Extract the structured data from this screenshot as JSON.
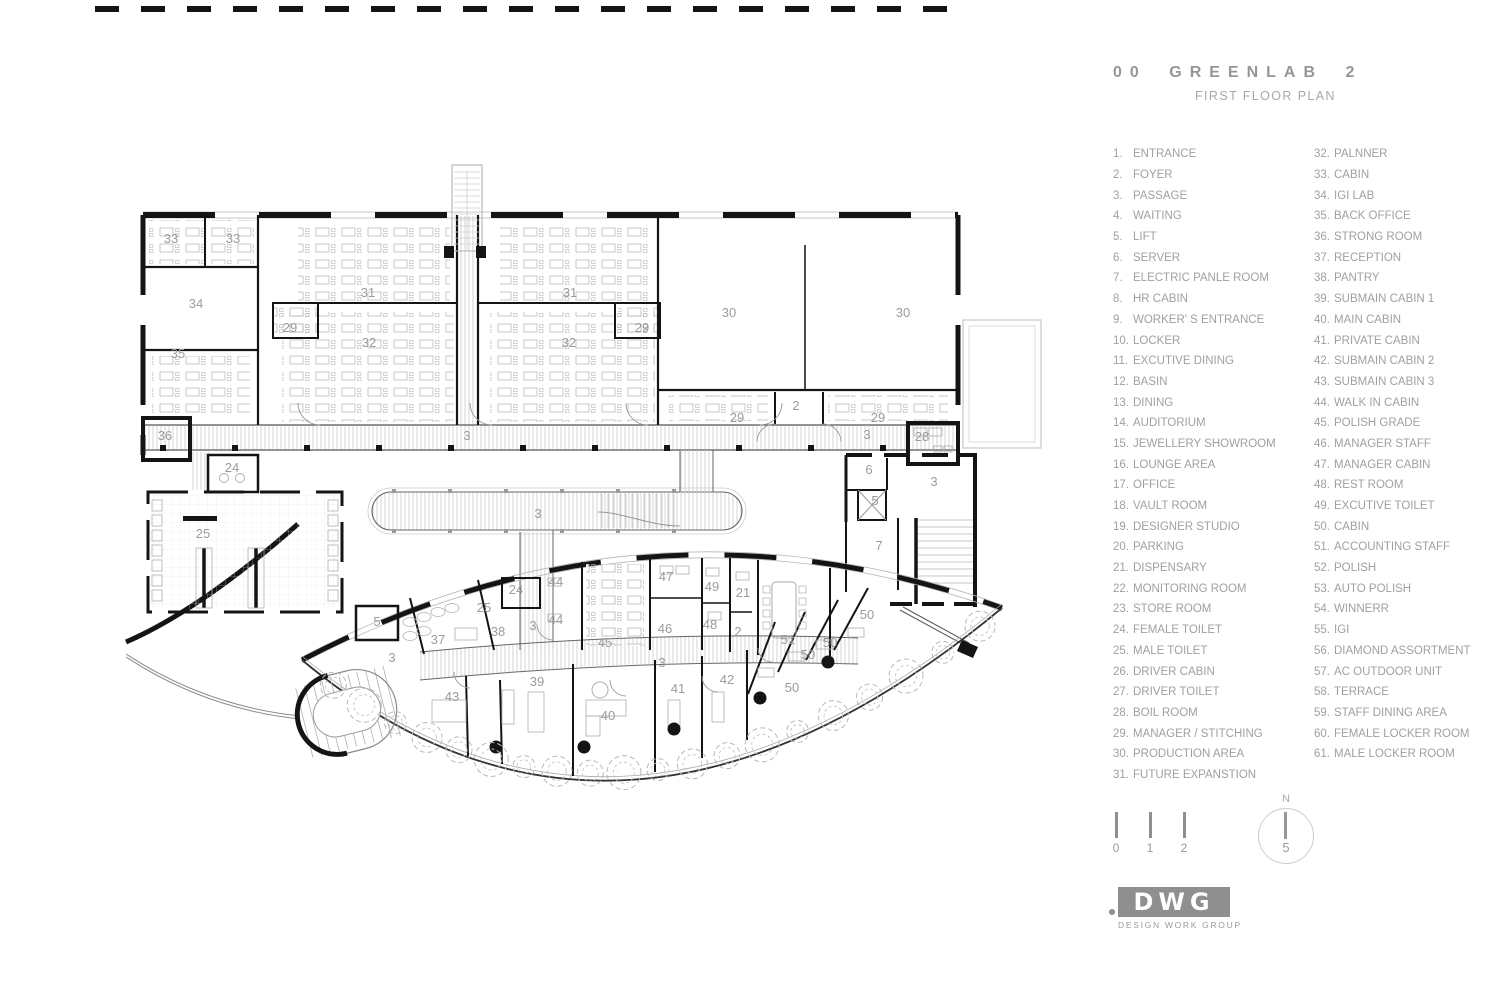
{
  "header": {
    "title": "00 GREENLAB 2",
    "subtitle": "FIRST FLOOR PLAN"
  },
  "legend": {
    "column1": [
      {
        "num": "1.",
        "label": "ENTRANCE"
      },
      {
        "num": "2.",
        "label": "FOYER"
      },
      {
        "num": "3.",
        "label": "PASSAGE"
      },
      {
        "num": "4.",
        "label": "WAITING"
      },
      {
        "num": "5.",
        "label": "LIFT"
      },
      {
        "num": "6.",
        "label": "SERVER"
      },
      {
        "num": "7.",
        "label": "ELECTRIC PANLE ROOM"
      },
      {
        "num": "8.",
        "label": "HR CABIN"
      },
      {
        "num": "9.",
        "label": "WORKER' S ENTRANCE"
      },
      {
        "num": "10.",
        "label": "LOCKER"
      },
      {
        "num": "11.",
        "label": "EXCUTIVE DINING"
      },
      {
        "num": "12.",
        "label": "BASIN"
      },
      {
        "num": "13.",
        "label": "DINING"
      },
      {
        "num": "14.",
        "label": "AUDITORIUM"
      },
      {
        "num": "15.",
        "label": "JEWELLERY SHOWROOM"
      },
      {
        "num": "16.",
        "label": "LOUNGE AREA"
      },
      {
        "num": "17.",
        "label": "OFFICE"
      },
      {
        "num": "18.",
        "label": "VAULT ROOM"
      },
      {
        "num": "19.",
        "label": "DESIGNER STUDIO"
      },
      {
        "num": "20.",
        "label": "PARKING"
      },
      {
        "num": "21.",
        "label": "DISPENSARY"
      },
      {
        "num": "22.",
        "label": "MONITORING ROOM"
      },
      {
        "num": "23.",
        "label": "STORE ROOM"
      },
      {
        "num": "24.",
        "label": "FEMALE TOILET"
      },
      {
        "num": "25.",
        "label": "MALE TOILET"
      },
      {
        "num": "26.",
        "label": "DRIVER CABIN"
      },
      {
        "num": "27.",
        "label": "DRIVER TOILET"
      },
      {
        "num": "28.",
        "label": "BOIL ROOM"
      },
      {
        "num": "29.",
        "label": "MANAGER / STITCHING"
      },
      {
        "num": "30.",
        "label": "PRODUCTION AREA"
      },
      {
        "num": "31.",
        "label": "FUTURE EXPANSTION"
      }
    ],
    "column2": [
      {
        "num": "32.",
        "label": "PALNNER"
      },
      {
        "num": "33.",
        "label": "CABIN"
      },
      {
        "num": "34.",
        "label": "IGI LAB"
      },
      {
        "num": "35.",
        "label": "BACK OFFICE"
      },
      {
        "num": "36.",
        "label": "STRONG ROOM"
      },
      {
        "num": "37.",
        "label": "RECEPTION"
      },
      {
        "num": "38.",
        "label": "PANTRY"
      },
      {
        "num": "39.",
        "label": "SUBMAIN CABIN 1"
      },
      {
        "num": "40.",
        "label": "MAIN CABIN"
      },
      {
        "num": "41.",
        "label": "PRIVATE CABIN"
      },
      {
        "num": "42.",
        "label": "SUBMAIN CABIN 2"
      },
      {
        "num": "43.",
        "label": "SUBMAIN CABIN 3"
      },
      {
        "num": "44.",
        "label": "WALK IN CABIN"
      },
      {
        "num": "45.",
        "label": "POLISH GRADE"
      },
      {
        "num": "46.",
        "label": "MANAGER STAFF"
      },
      {
        "num": "47.",
        "label": "MANAGER CABIN"
      },
      {
        "num": "48.",
        "label": "REST ROOM"
      },
      {
        "num": "49.",
        "label": "EXCUTIVE TOILET"
      },
      {
        "num": "50.",
        "label": "CABIN"
      },
      {
        "num": "51.",
        "label": "ACCOUNTING STAFF"
      },
      {
        "num": "52.",
        "label": "POLISH"
      },
      {
        "num": "53.",
        "label": "AUTO POLISH"
      },
      {
        "num": "54.",
        "label": "WINNERR"
      },
      {
        "num": "55.",
        "label": "IGI"
      },
      {
        "num": "56.",
        "label": "DIAMOND ASSORTMENT"
      },
      {
        "num": "57.",
        "label": "AC OUTDOOR UNIT"
      },
      {
        "num": "58.",
        "label": "TERRACE"
      },
      {
        "num": "59.",
        "label": "STAFF DINING AREA"
      },
      {
        "num": "60.",
        "label": "FEMALE LOCKER ROOM"
      },
      {
        "num": "61.",
        "label": "MALE LOCKER ROOM"
      }
    ]
  },
  "scale_bar": {
    "ticks": [
      "0",
      "1",
      "2"
    ]
  },
  "north": {
    "label": "N",
    "value": "5"
  },
  "logo": {
    "mark": "DWG",
    "caption": "DESIGN WORK GROUP"
  },
  "colors": {
    "text_gray": "#9b9b9b",
    "wall_black": "#141414",
    "furniture_gray": "#adadad"
  },
  "plan_labels": [
    [
      "33",
      171,
      243
    ],
    [
      "33",
      233,
      243
    ],
    [
      "34",
      196,
      308
    ],
    [
      "29",
      290,
      332
    ],
    [
      "31",
      368,
      297
    ],
    [
      "32",
      369,
      347
    ],
    [
      "35",
      178,
      358
    ],
    [
      "36",
      165,
      440
    ],
    [
      "31",
      570,
      297
    ],
    [
      "32",
      569,
      347
    ],
    [
      "29",
      642,
      332
    ],
    [
      "30",
      729,
      317
    ],
    [
      "30",
      903,
      317
    ],
    [
      "2",
      796,
      410
    ],
    [
      "29",
      737,
      422
    ],
    [
      "29",
      878,
      422
    ],
    [
      "3",
      467,
      440
    ],
    [
      "3",
      867,
      439
    ],
    [
      "28",
      922,
      441
    ],
    [
      "24",
      232,
      472
    ],
    [
      "25",
      203,
      538
    ],
    [
      "6",
      869,
      474
    ],
    [
      "5",
      875,
      505
    ],
    [
      "3",
      934,
      486
    ],
    [
      "7",
      879,
      550
    ],
    [
      "3",
      538,
      518
    ],
    [
      "5",
      377,
      626
    ],
    [
      "3",
      392,
      662
    ],
    [
      "37",
      438,
      644
    ],
    [
      "25",
      484,
      612
    ],
    [
      "24",
      516,
      594
    ],
    [
      "38",
      498,
      636
    ],
    [
      "3",
      533,
      630
    ],
    [
      "44",
      556,
      586
    ],
    [
      "44",
      556,
      624
    ],
    [
      "45",
      605,
      647
    ],
    [
      "47",
      666,
      581
    ],
    [
      "49",
      712,
      591
    ],
    [
      "46",
      665,
      633
    ],
    [
      "21",
      743,
      597
    ],
    [
      "48",
      710,
      629
    ],
    [
      "2",
      738,
      636
    ],
    [
      "51",
      788,
      644
    ],
    [
      "3",
      662,
      667
    ],
    [
      "39",
      537,
      686
    ],
    [
      "43",
      452,
      701
    ],
    [
      "40",
      608,
      720
    ],
    [
      "41",
      678,
      693
    ],
    [
      "42",
      727,
      684
    ],
    [
      "50",
      867,
      619
    ],
    [
      "50",
      830,
      647
    ],
    [
      "50",
      808,
      659
    ],
    [
      "50",
      792,
      692
    ]
  ]
}
